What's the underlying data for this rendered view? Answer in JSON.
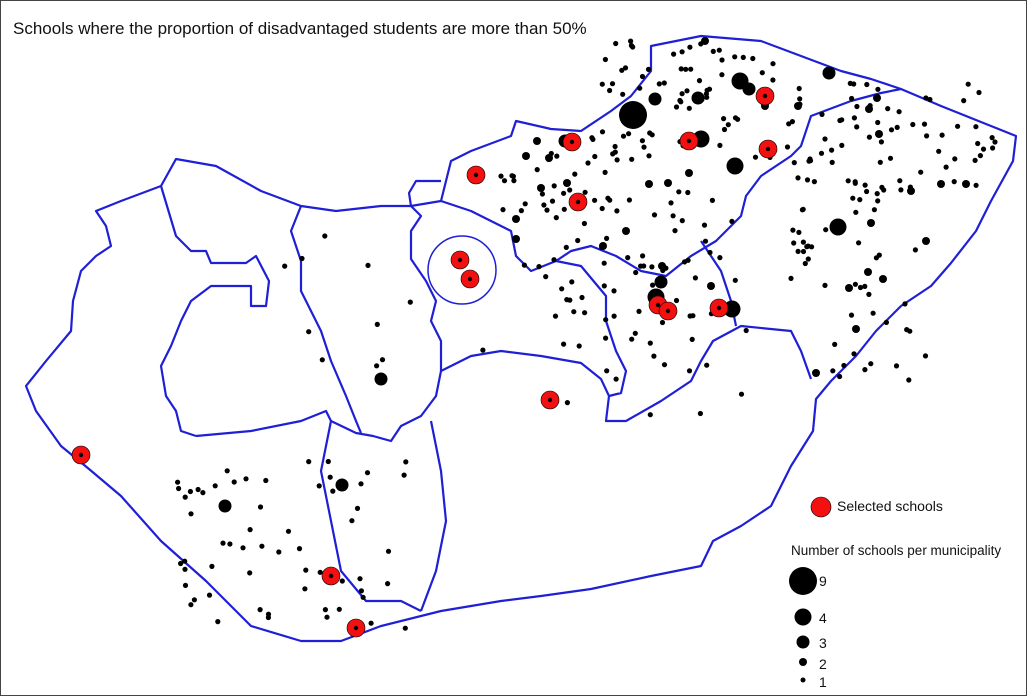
{
  "title": "Schools where the proportion of disadvantaged students are more than 50%",
  "colors": {
    "border": "#1f1fd6",
    "school": "#000000",
    "selected": "#f21010"
  },
  "legend": {
    "selected_label": "Selected schools",
    "size_title": "Number of schools per municipality",
    "sizes": [
      {
        "label": "9",
        "count": 9
      },
      {
        "label": "4",
        "count": 4
      },
      {
        "label": "3",
        "count": 3
      },
      {
        "label": "2",
        "count": 2
      },
      {
        "label": "1",
        "count": 1
      }
    ]
  }
}
